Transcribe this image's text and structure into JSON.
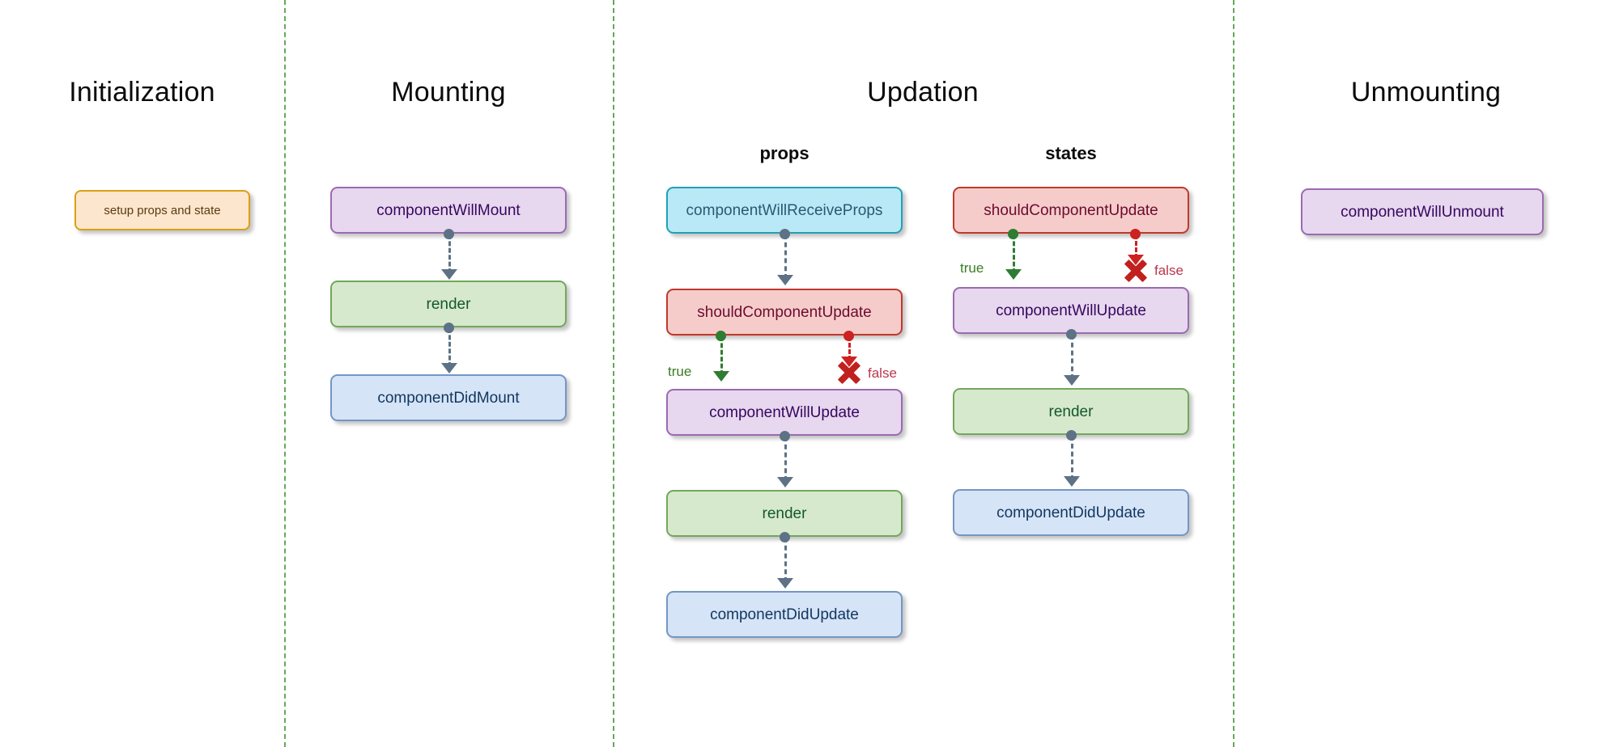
{
  "meta": {
    "accent_divider": "#4c9a3f",
    "connector_color": "#5d7285",
    "true_color": "#2e7d32",
    "false_color": "#cc2222"
  },
  "sections": [
    {
      "id": "initialization",
      "title": "Initialization"
    },
    {
      "id": "mounting",
      "title": "Mounting"
    },
    {
      "id": "updation",
      "title": "Updation"
    },
    {
      "id": "unmounting",
      "title": "Unmounting"
    }
  ],
  "subsections": [
    {
      "id": "props",
      "title": "props"
    },
    {
      "id": "states",
      "title": "states"
    }
  ],
  "nodes": {
    "init_setup": "setup props and state",
    "mount_will": "componentWillMount",
    "mount_render": "render",
    "mount_did": "componentDidMount",
    "props_will_receive": "componentWillReceiveProps",
    "props_should_update": "shouldComponentUpdate",
    "props_will_update": "componentWillUpdate",
    "props_render": "render",
    "props_did_update": "componentDidUpdate",
    "states_should_update": "shouldComponentUpdate",
    "states_will_update": "componentWillUpdate",
    "states_render": "render",
    "states_did_update": "componentDidUpdate",
    "unmount_will": "componentWillUnmount"
  },
  "branches": {
    "props_true": "true",
    "props_false": "false",
    "states_true": "true",
    "states_false": "false"
  }
}
